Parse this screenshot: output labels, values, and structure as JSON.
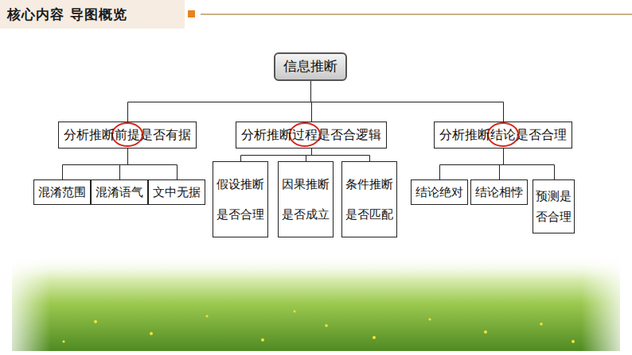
{
  "diagram": {
    "title": "核心内容 导图概览",
    "nodes": [
      {
        "text": [
          "信息推断"
        ]
      },
      {
        "text": [
          "分析推断前提是否有据"
        ]
      },
      {
        "text": [
          "分析推断过程是否合逻辑"
        ]
      },
      {
        "text": [
          "分析推断结论是否合理"
        ]
      },
      {
        "text": [
          "混淆范围"
        ]
      },
      {
        "text": [
          "混淆语气"
        ]
      },
      {
        "text": [
          "文中无据"
        ]
      },
      {
        "text": [
          "假设推断是否合理"
        ]
      },
      {
        "text": [
          "因果推断是否成立"
        ]
      },
      {
        "text": [
          "条件推断是否匹配"
        ]
      },
      {
        "text": [
          "结论绝对"
        ]
      },
      {
        "text": [
          "结论相悖"
        ]
      },
      {
        "text": [
          "预测是否合理"
        ]
      }
    ],
    "edges": [
      {
        "from": 0,
        "to": 1,
        "arrow": "none"
      },
      {
        "from": 0,
        "to": 2,
        "arrow": "none"
      },
      {
        "from": 0,
        "to": 3,
        "arrow": "none"
      },
      {
        "from": 1,
        "to": 4,
        "arrow": "none"
      },
      {
        "from": 1,
        "to": 5,
        "arrow": "none"
      },
      {
        "from": 1,
        "to": 6,
        "arrow": "none"
      },
      {
        "from": 2,
        "to": 7,
        "arrow": "none"
      },
      {
        "from": 2,
        "to": 8,
        "arrow": "none"
      },
      {
        "from": 2,
        "to": 9,
        "arrow": "none"
      },
      {
        "from": 3,
        "to": 10,
        "arrow": "none"
      },
      {
        "from": 3,
        "to": 11,
        "arrow": "none"
      },
      {
        "from": 3,
        "to": 12,
        "arrow": "none"
      }
    ]
  }
}
